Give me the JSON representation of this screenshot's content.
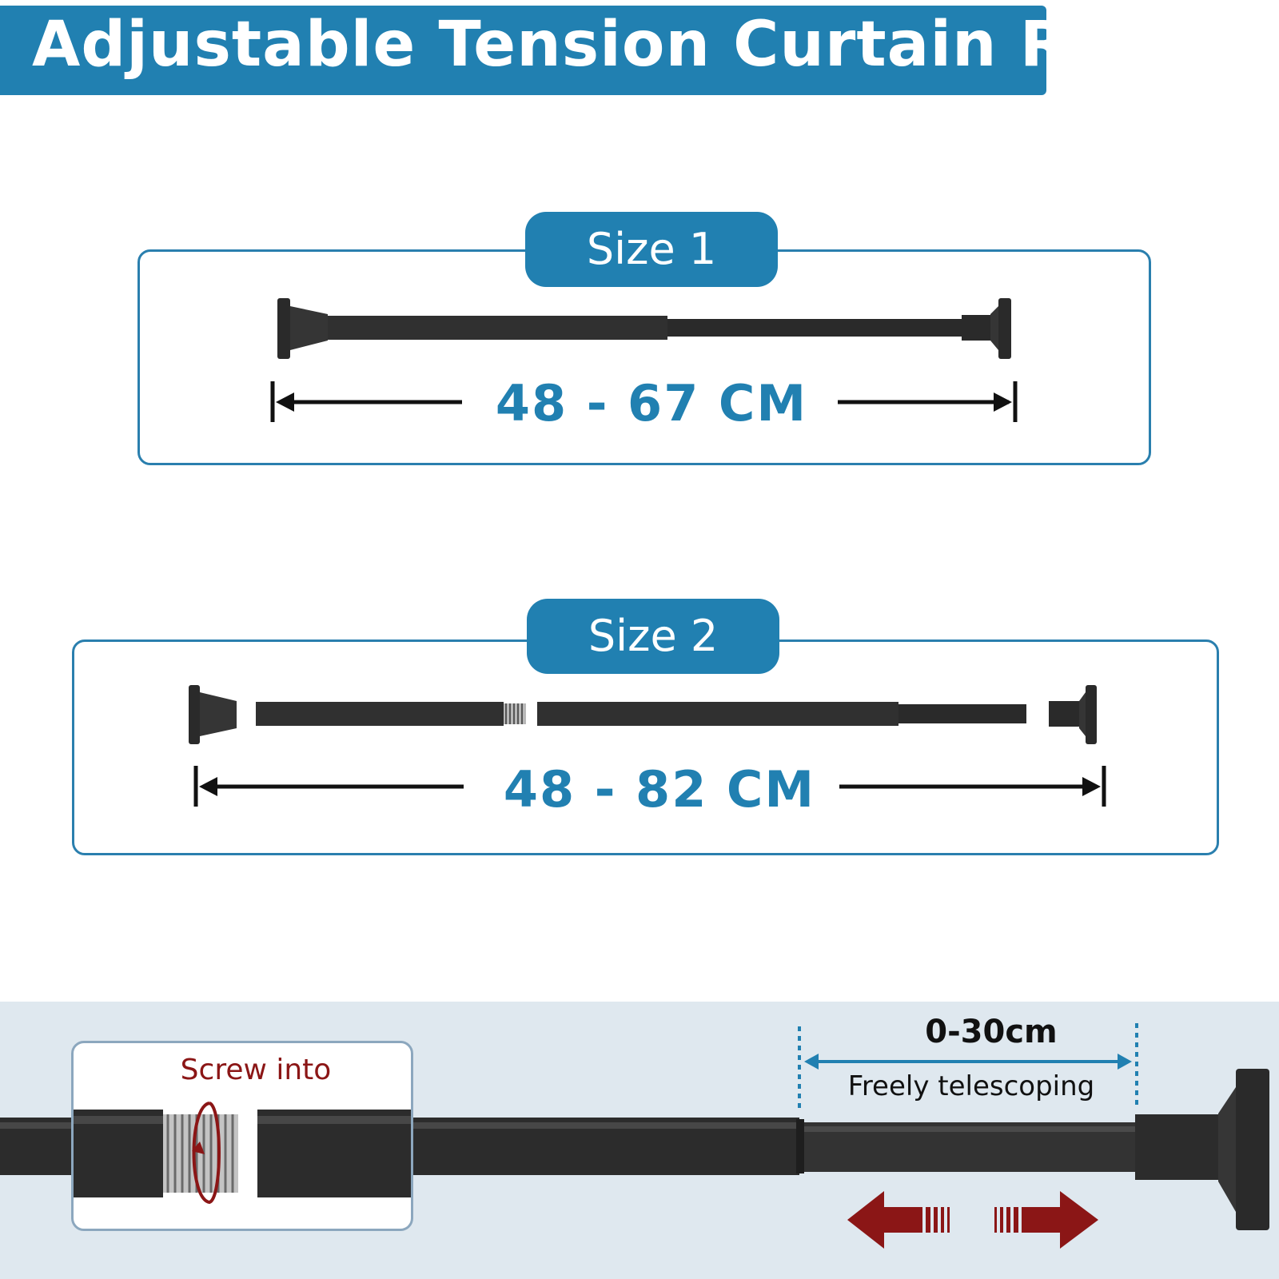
{
  "header": {
    "title": "Adjustable Tension Curtain Rod"
  },
  "size1": {
    "label": "Size 1",
    "measurement": "48 - 67 CM"
  },
  "size2": {
    "label": "Size 2",
    "measurement": "48 - 82 CM"
  },
  "detail": {
    "screw_label": "Screw into",
    "range": "0-30cm",
    "telescope_label": "Freely telescoping"
  },
  "colors": {
    "accent": "#2180b1",
    "rod": "#2a2a2a",
    "arrow_red": "#8b1616",
    "band_bg": "#dfe8ef"
  }
}
